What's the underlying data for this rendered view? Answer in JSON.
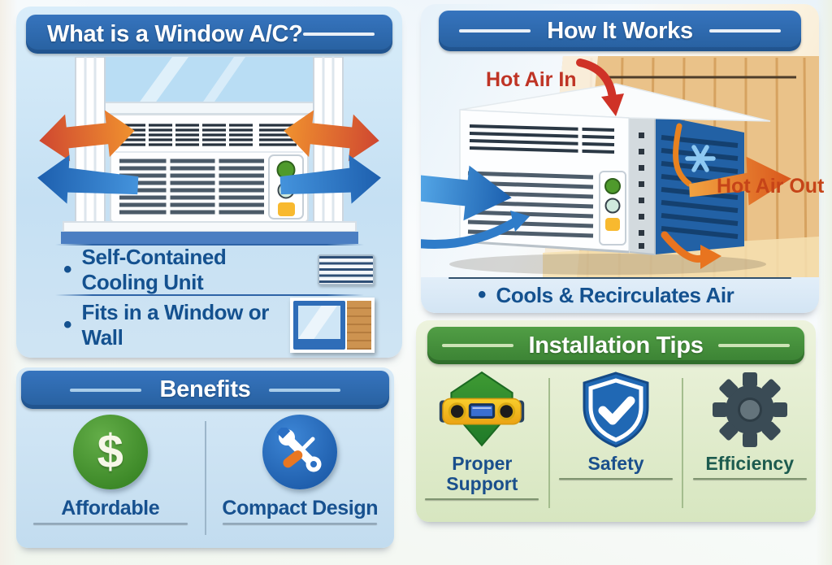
{
  "glyphs": {
    "bullet": "•"
  },
  "colors": {
    "header_blue": "#2a65ad",
    "header_green": "#45923e",
    "text_blue": "#17518f",
    "text_red_hot_in": "#bf3425",
    "text_red_hot_out": "#c64418",
    "text_green_dark": "#1d5b4f",
    "arrow_orange": "#e8741f",
    "arrow_blue": "#2f7cc9"
  },
  "panels": {
    "what_is": {
      "title": "What is a Window A/C?",
      "bullets": [
        {
          "text": "Self-Contained Cooling Unit",
          "icon": "ac-vent-icon"
        },
        {
          "text": "Fits in a Window or Wall",
          "icon": "window-wall-icon"
        }
      ]
    },
    "how_it_works": {
      "title": "How It Works",
      "labels": {
        "hot_air_in": "Hot Air In",
        "hot_air_out": "Hot Air Out"
      },
      "bullets": [
        {
          "text": "Cools & Recirculates Air"
        }
      ]
    },
    "benefits": {
      "title": "Benefits",
      "items": [
        {
          "icon": "dollar-icon",
          "glyph": "$",
          "label": "Affordable"
        },
        {
          "icon": "wrench-screwdriver-icon",
          "label": "Compact Design"
        }
      ]
    },
    "installation_tips": {
      "title": "Installation Tips",
      "items": [
        {
          "icon": "level-icon",
          "label": "Proper Support"
        },
        {
          "icon": "shield-check-icon",
          "label": "Safety"
        },
        {
          "icon": "gear-icon",
          "label": "Efficiency"
        }
      ]
    }
  }
}
